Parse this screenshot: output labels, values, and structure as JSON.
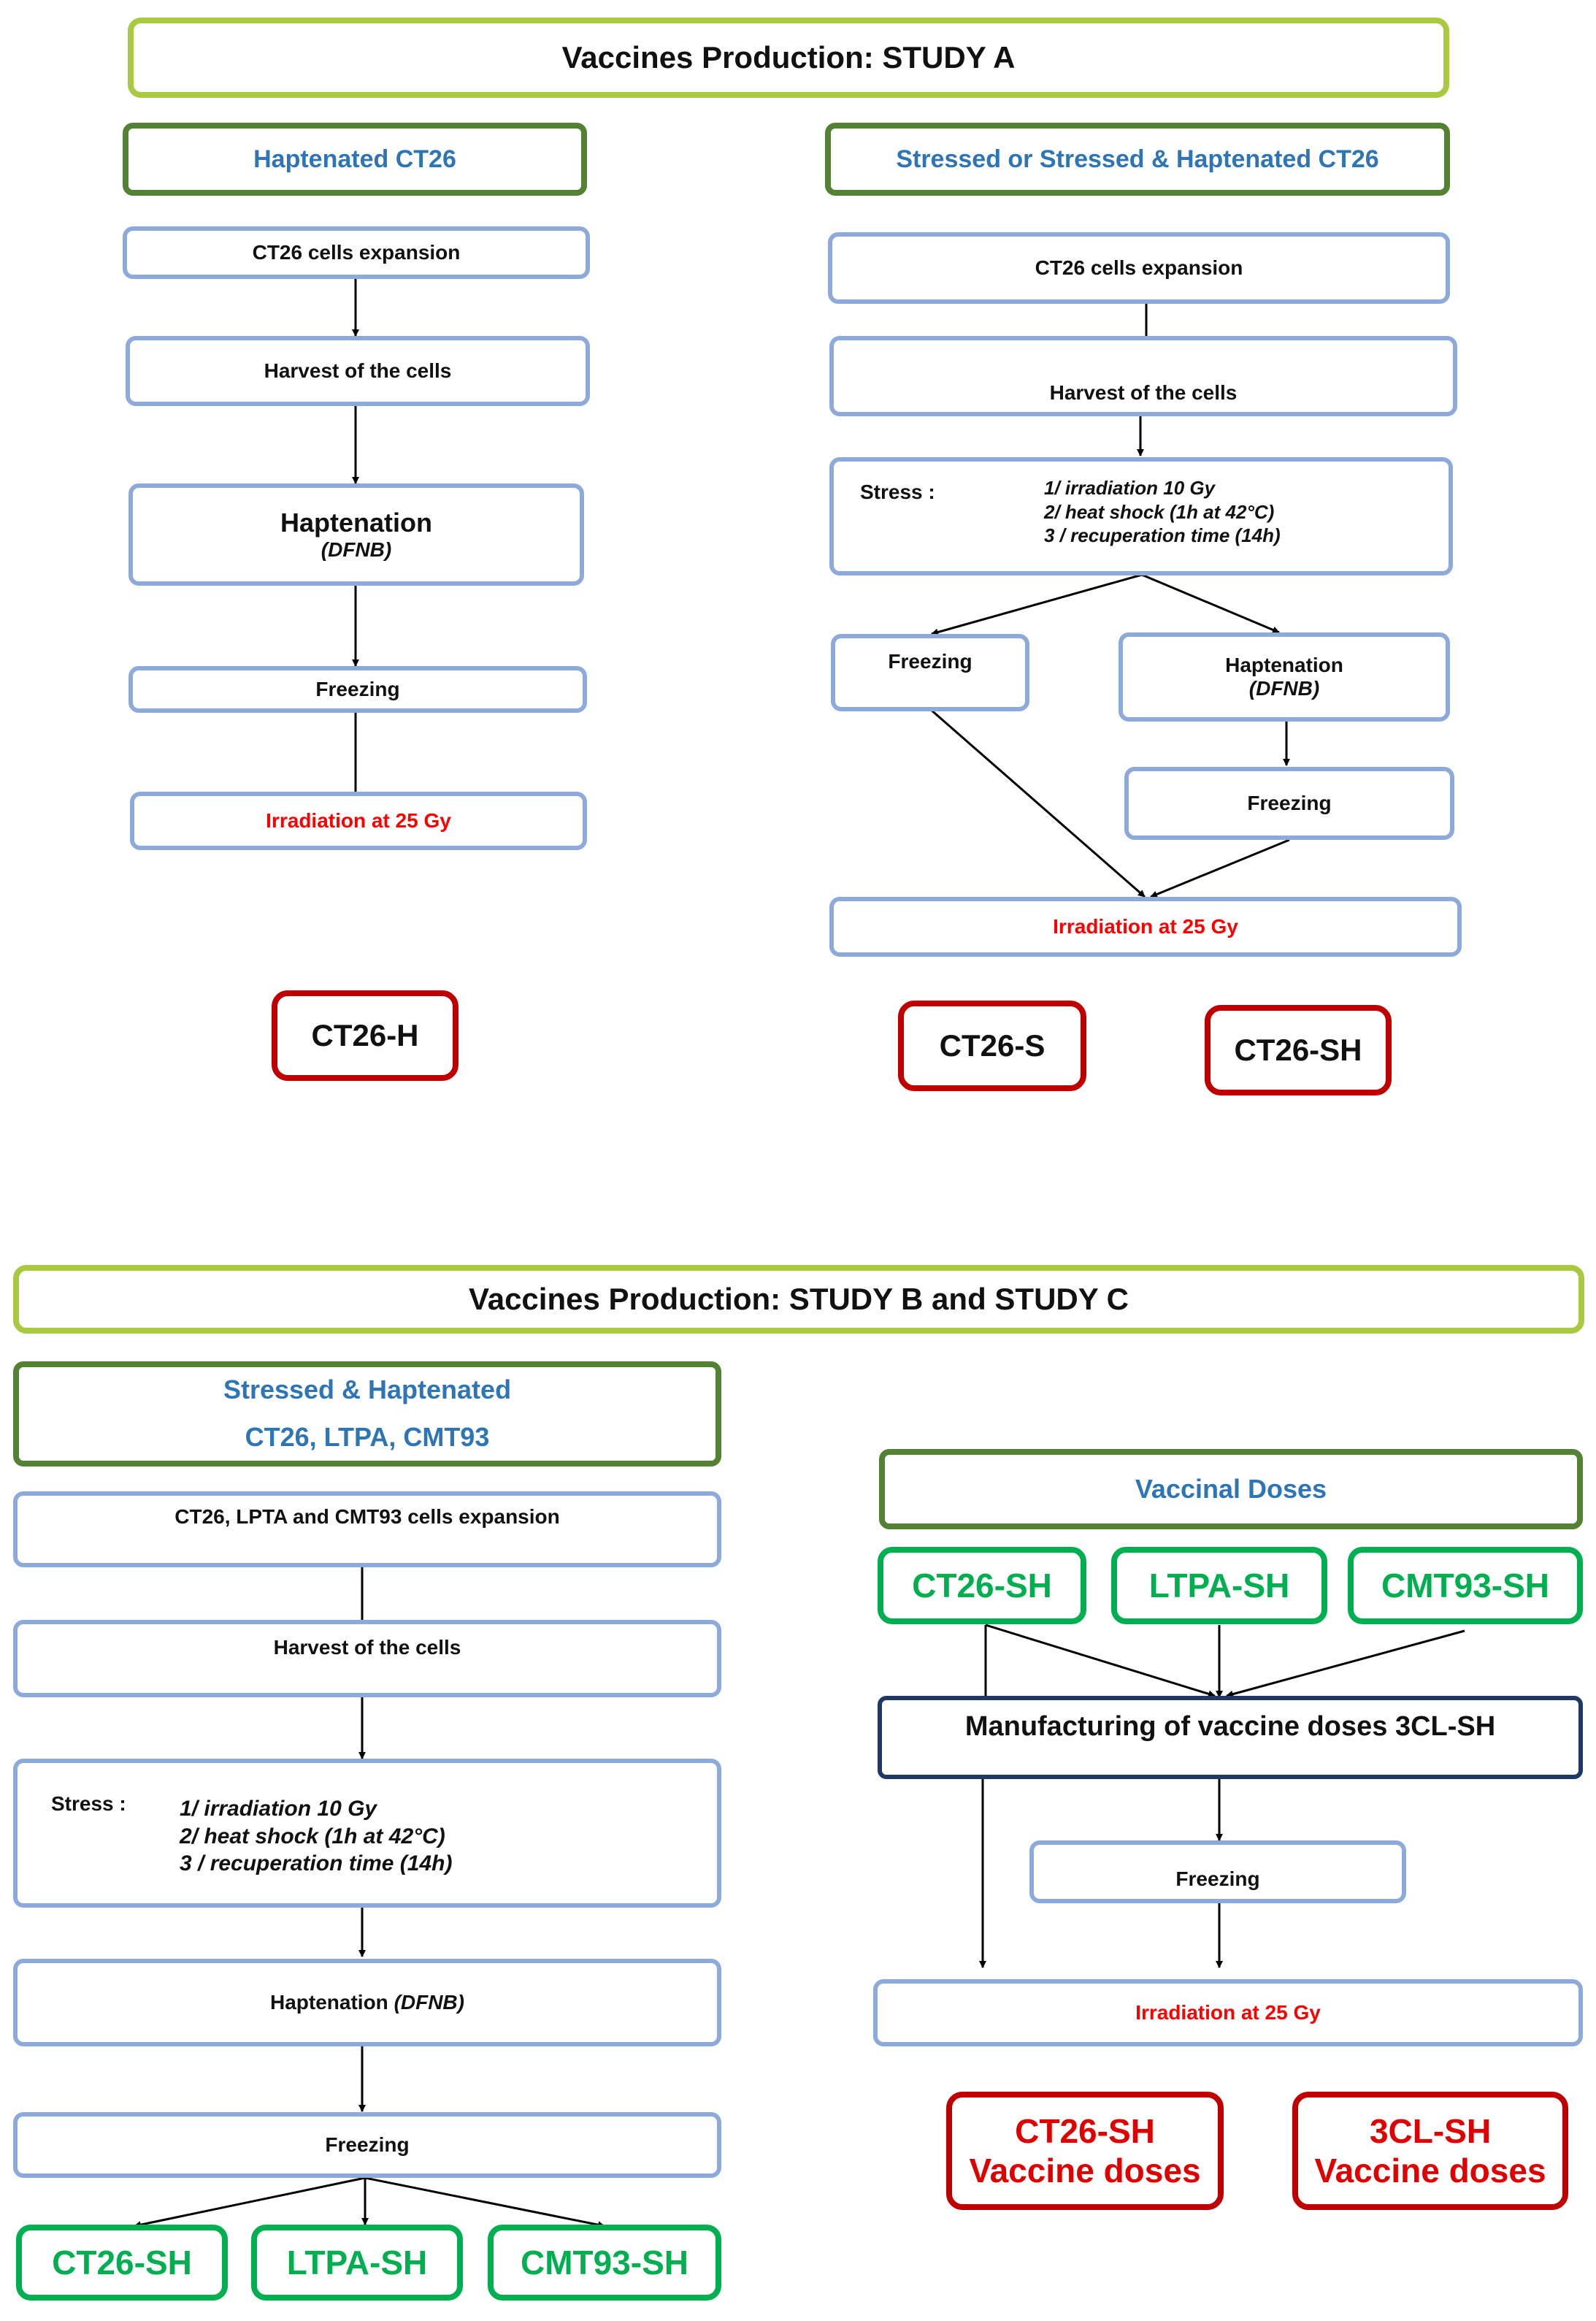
{
  "study_a": {
    "title": "Vaccines Production:  STUDY A",
    "left": {
      "header": "Haptenated CT26",
      "expansion": "CT26 cells expansion",
      "harvest": "Harvest of the cells",
      "haptenation": "Haptenation",
      "haptenation_agent": "(DFNB)",
      "freezing": "Freezing",
      "irradiation": "Irradiation at 25 Gy",
      "product": "CT26-H"
    },
    "right": {
      "header": "Stressed or Stressed & Haptenated CT26",
      "expansion": "CT26 cells expansion",
      "harvest": "Harvest of the cells",
      "stress_label": "Stress :",
      "stress_1": "1/ irradiation  10 Gy",
      "stress_2": "2/ heat shock (1h at 42°C)",
      "stress_3": "3 / recuperation time (14h)",
      "freezing_left": "Freezing",
      "haptenation": "Haptenation",
      "haptenation_agent": "(DFNB)",
      "freezing_right": "Freezing",
      "irradiation": "Irradiation at 25 Gy",
      "product_s": "CT26-S",
      "product_sh": "CT26-SH"
    }
  },
  "study_bc": {
    "title": "Vaccines Production: STUDY B and STUDY C",
    "left": {
      "header_line1": "Stressed & Haptenated",
      "header_line2": "CT26, LTPA, CMT93",
      "expansion": "CT26, LPTA and CMT93 cells expansion",
      "harvest": "Harvest of the cells",
      "stress_label": "Stress :",
      "stress_1": "1/ irradiation  10 Gy",
      "stress_2": "2/ heat shock (1h at 42°C)",
      "stress_3": "3 / recuperation  time  (14h)",
      "haptenation": "Haptenation",
      "haptenation_agent": "(DFNB)",
      "freezing": "Freezing",
      "products": [
        "CT26-SH",
        "LTPA-SH",
        "CMT93-SH"
      ]
    },
    "right": {
      "header": "Vaccinal Doses",
      "inputs": [
        "CT26-SH",
        "LTPA-SH",
        "CMT93-SH"
      ],
      "manufacturing": "Manufacturing of vaccine doses 3CL-SH",
      "freezing": "Freezing",
      "irradiation": "Irradiation at 25 Gy",
      "output_1_line1": "CT26-SH",
      "output_1_line2": "Vaccine doses",
      "output_2_line1": "3CL-SH",
      "output_2_line2": "Vaccine doses"
    }
  },
  "colors": {
    "box_border_blue": "#8eaadb",
    "header_border_green": "#548235",
    "title_border_lime": "#a9c940",
    "product_border_red": "#c00000",
    "cell_line_green": "#00b050",
    "header_text_blue": "#2e75b6",
    "irradiation_text_red": "#ff0000",
    "manufacturing_border_navy": "#1f3864"
  }
}
